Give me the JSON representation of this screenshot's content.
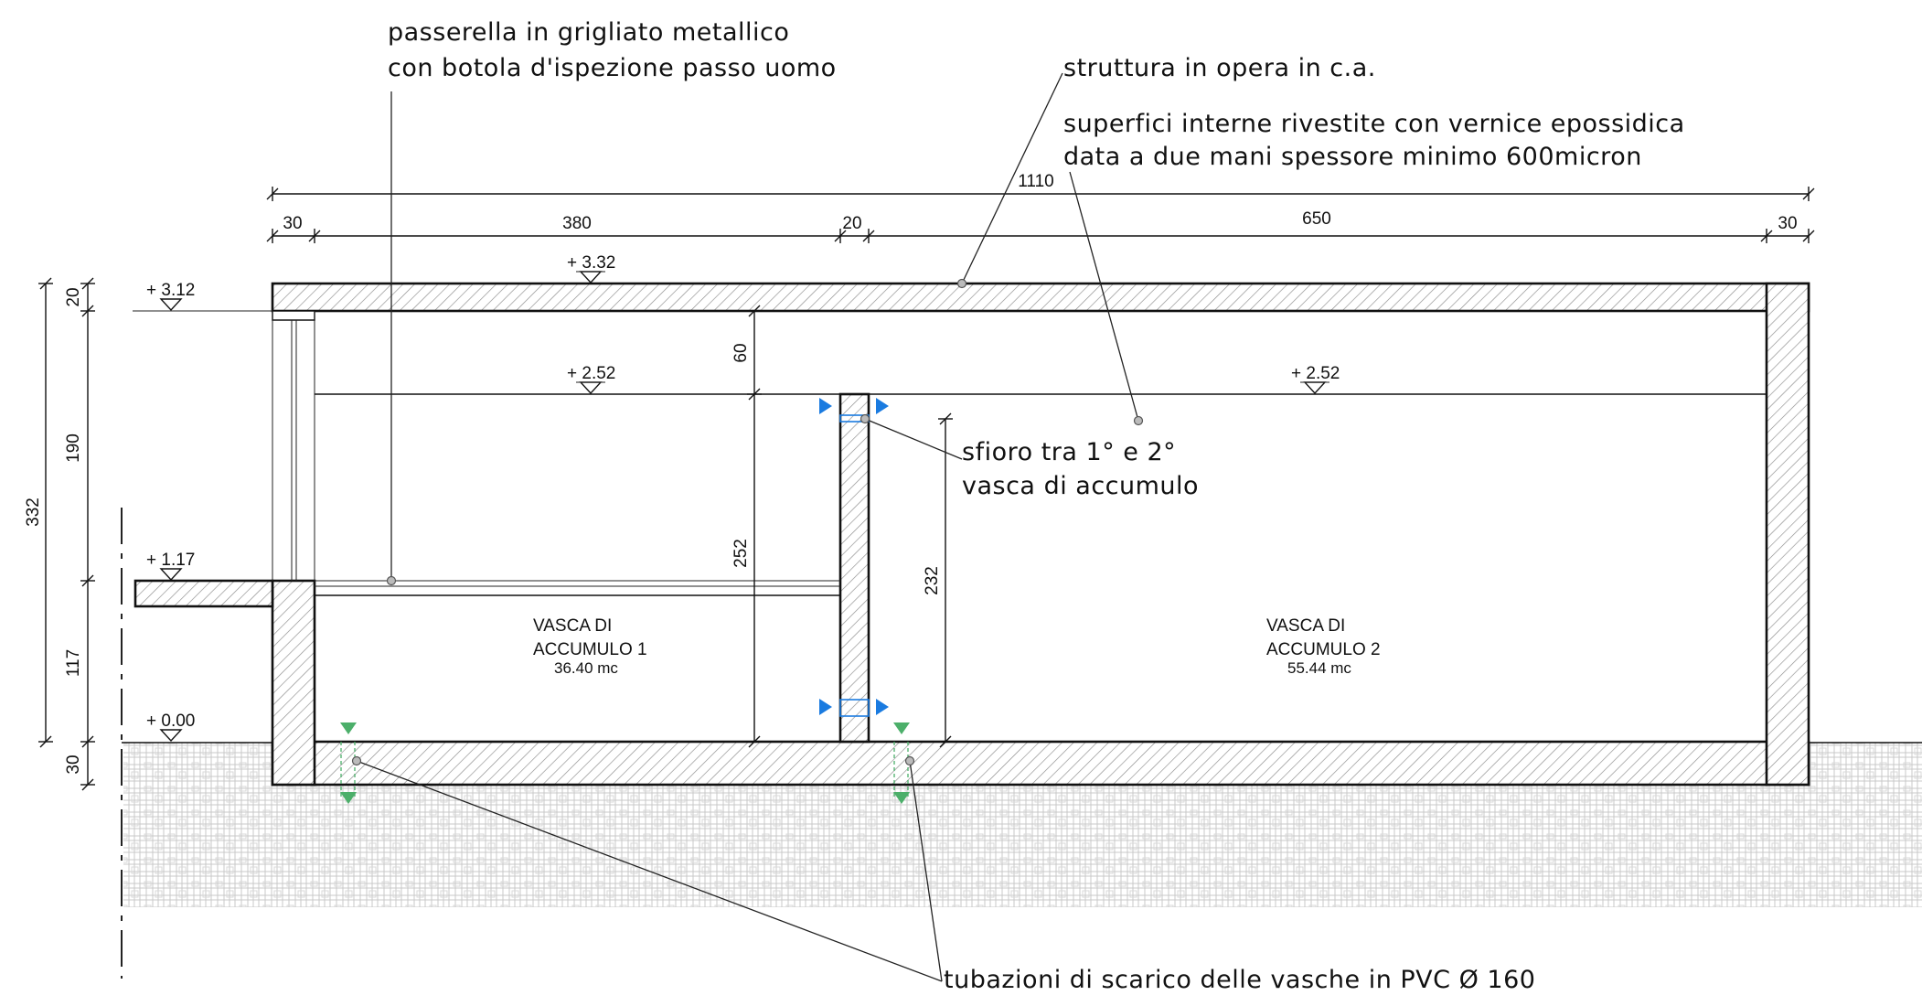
{
  "notes": {
    "walkway_line1": "passerella in grigliato metallico",
    "walkway_line2": "con botola d'ispezione passo uomo",
    "structure": "struttura in opera in c.a.",
    "coating_line1": "superfici interne rivestite con vernice epossidica",
    "coating_line2": "data a due mani spessore minimo 600micron",
    "overflow_line1": "sfioro tra 1° e 2°",
    "overflow_line2": "vasca di accumulo",
    "drain_pipes": "tubazioni di scarico delle vasche in PVC Ø 160"
  },
  "dimensions": {
    "overall": "1110",
    "left_wall": "30",
    "tank1_width": "380",
    "mid_wall": "20",
    "tank2_width": "650",
    "right_wall": "30",
    "total_height": "332",
    "top_slab": "20",
    "upper_height": "190",
    "lower_height": "117",
    "base_slab": "30",
    "headroom": "60",
    "tank1_depth": "252",
    "tank2_depth": "232"
  },
  "levels": {
    "top_slab": "+ 3.32",
    "ceiling": "+ 3.12",
    "water1": "+ 2.52",
    "water2": "+ 2.52",
    "walkway": "+ 1.17",
    "ground": "+ 0.00"
  },
  "tanks": {
    "tank1_line1": "VASCA DI",
    "tank1_line2": "ACCUMULO 1",
    "tank1_volume": "36.40 mc",
    "tank2_line1": "VASCA DI",
    "tank2_line2": "ACCUMULO 2",
    "tank2_volume": "55.44 mc"
  },
  "colors": {
    "overflow_marker": "#1a7be0",
    "drain_marker": "#4caf6a",
    "hatch": "#9a9a9a"
  }
}
